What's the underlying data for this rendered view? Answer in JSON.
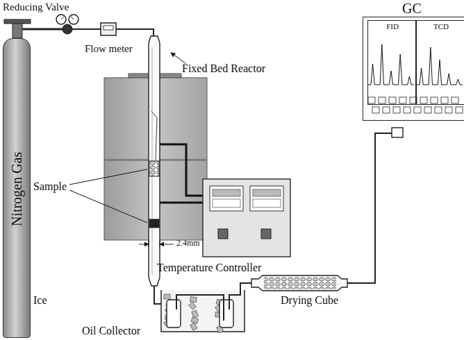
{
  "diagram": {
    "nodes": [
      {
        "text": [
          "Nitrogen Gas"
        ]
      },
      {
        "text": [
          "GC"
        ]
      },
      {
        "text": [
          "FID"
        ],
        "in": 1
      },
      {
        "text": [
          "TCD"
        ],
        "in": 1
      }
    ],
    "labels": [
      "Reducing Valve",
      "Flow meter",
      "Fixed Bed Reactor",
      "Sample",
      "Temperature Controller",
      "2.4mm",
      "Drying Cube",
      "Ice",
      "Oil Collector"
    ]
  }
}
